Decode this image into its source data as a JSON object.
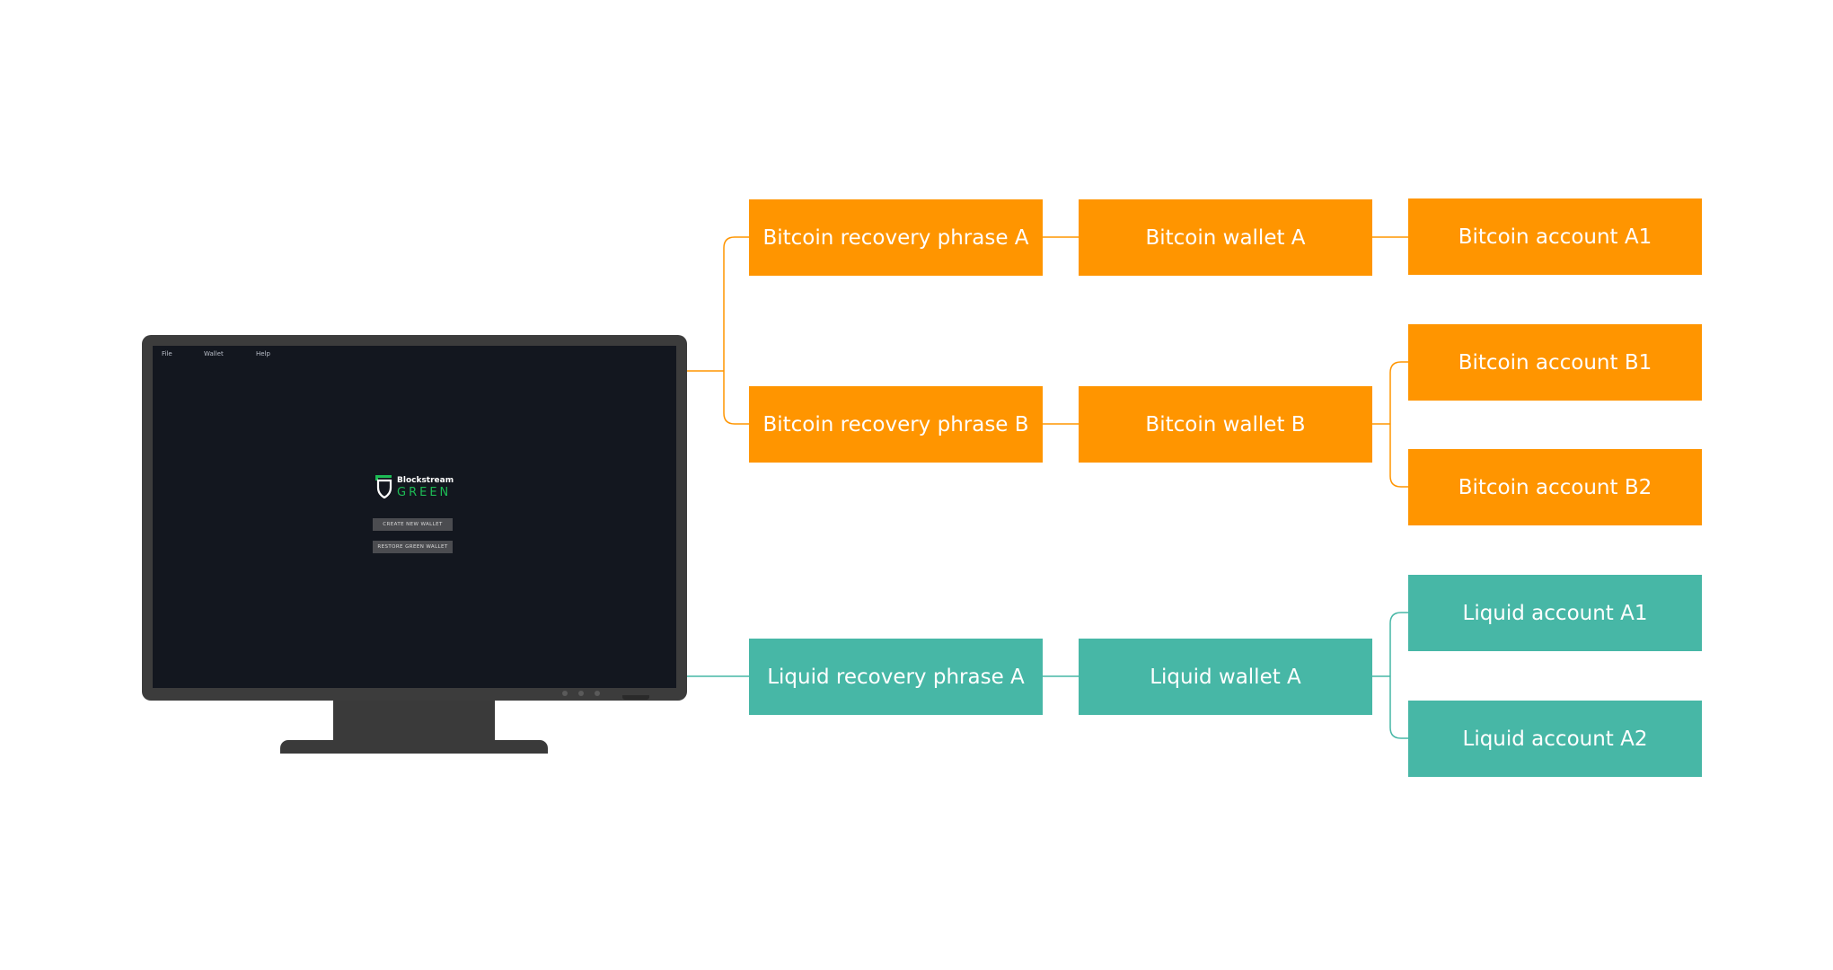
{
  "colors": {
    "bitcoin": "#ff9500",
    "liquid": "#47b7a6",
    "app_accent": "#1dbb55",
    "screen_background": "#13171f",
    "monitor": "#3c3c3c"
  },
  "app": {
    "menu": [
      "File",
      "Wallet",
      "Help"
    ],
    "logo_brand": "Blockstream",
    "logo_name": "GREEN",
    "logo_icon": "shield-icon",
    "buttons": {
      "create": "CREATE NEW WALLET",
      "restore": "RESTORE GREEN WALLET"
    }
  },
  "bitcoin": {
    "recovery_a": "Bitcoin recovery phrase A",
    "wallet_a": "Bitcoin wallet  A",
    "account_a1": "Bitcoin account A1",
    "recovery_b": "Bitcoin recovery phrase B",
    "wallet_b": "Bitcoin wallet B",
    "account_b1": "Bitcoin account B1",
    "account_b2": "Bitcoin account B2"
  },
  "liquid": {
    "recovery_a": "Liquid recovery phrase A",
    "wallet_a": "Liquid wallet A",
    "account_a1": "Liquid account A1",
    "account_a2": "Liquid account A2"
  }
}
